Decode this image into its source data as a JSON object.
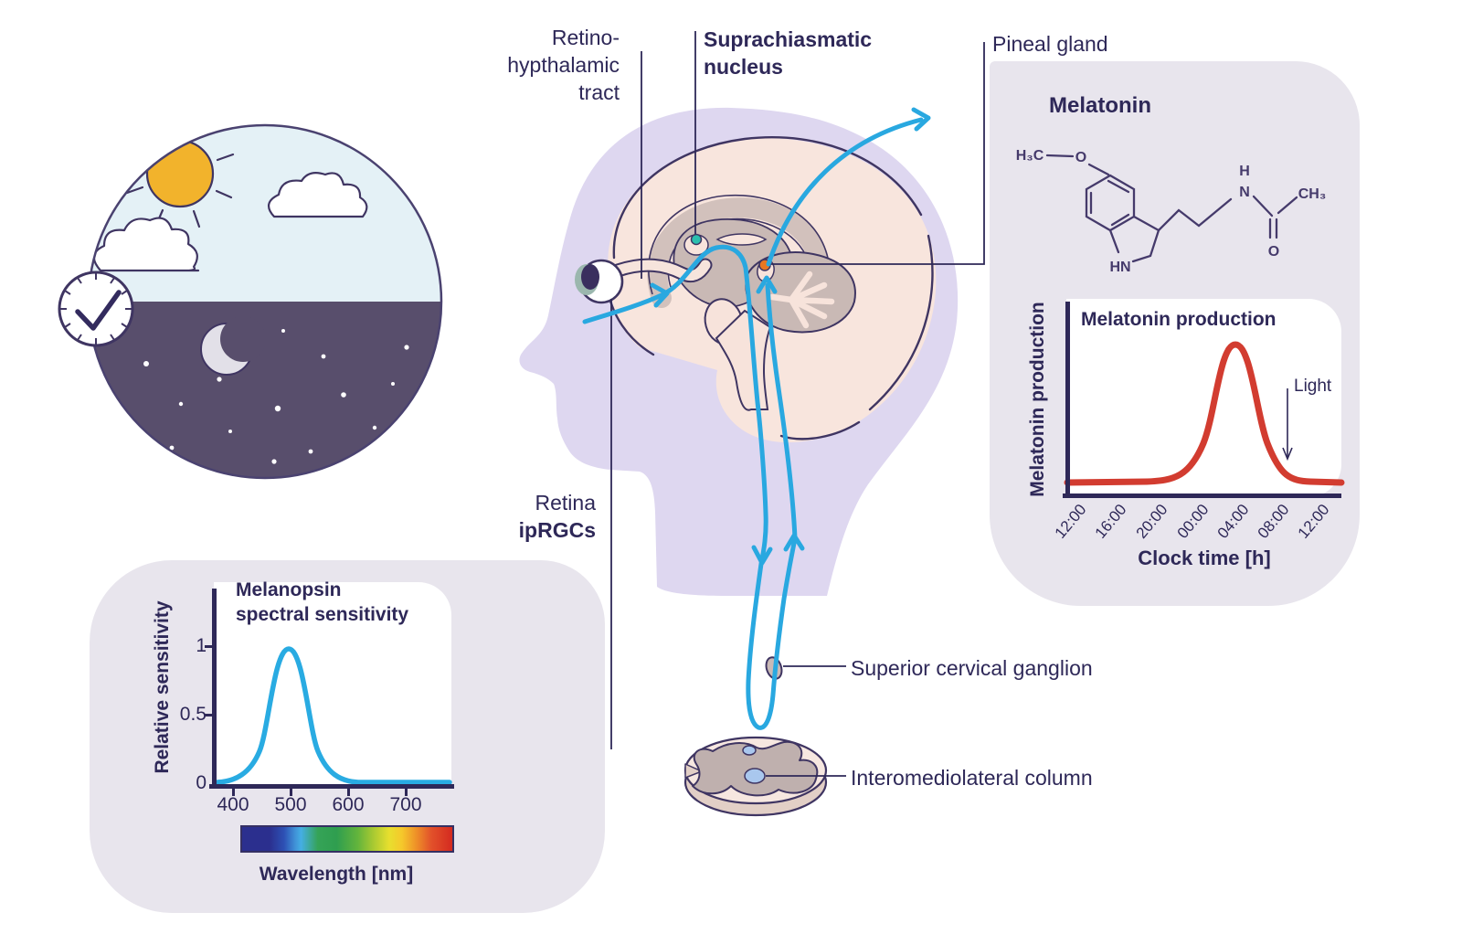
{
  "colors": {
    "background": "#ffffff",
    "panel_gray": "#e8e5ed",
    "navy_text": "#2e2858",
    "pathway_blue": "#29a8e0",
    "curve_blue": "#29abe2",
    "curve_red": "#d23c30",
    "pineal_orange": "#e87722",
    "scn_teal": "#2bbfae",
    "head_lavender": "#ded7f0",
    "brain_pink": "#f8e5dd",
    "brain_taupe": "#c9b9b5",
    "night_purple": "#584e6c",
    "day_blue": "#e4f1f6",
    "sun_yellow": "#f2b32c"
  },
  "labels": {
    "retino_tract": {
      "line1": "Retino-",
      "line2": "hypthalamic",
      "line3": "tract"
    },
    "suprachiasmatic": {
      "line1": "Suprachiasmatic",
      "line2": "nucleus"
    },
    "pineal_gland": "Pineal gland",
    "retina": {
      "line1": "Retina",
      "line2": "ipRGCs"
    },
    "superior_cervical_ganglion": "Superior cervical ganglion",
    "interomediolateral_column": "Interomediolateral column"
  },
  "molecule": {
    "title": "Melatonin",
    "atoms": {
      "methoxy_methyl": "H₃C",
      "methoxy_o": "O",
      "indole_nh": "HN",
      "amide_h": "H",
      "amide_n": "N",
      "carbonyl_o": "O",
      "acetyl_methyl": "CH₃"
    }
  },
  "icons": {
    "day": "sun-icon",
    "clouds": "cloud-icon",
    "night": "moon-icon",
    "stars": "star-dots",
    "time": "clock-icon",
    "eye": "eye-icon",
    "brain": "brain-illustration",
    "spinal_cord": "spinal-cord-cross-section",
    "ganglion": "ganglion-bead"
  },
  "chart_data": [
    {
      "id": "melanopsin_spectral_sensitivity",
      "type": "line",
      "title": "Melanopsin spectral sensitivity",
      "title_lines": {
        "line1": "Melanopsin",
        "line2": "spectral sensitivity"
      },
      "xlabel": "Wavelength [nm]",
      "ylabel": "Relative sensitivity",
      "xlim": [
        385,
        780
      ],
      "ylim": [
        0,
        1.1
      ],
      "xticks": [
        400,
        500,
        600,
        700
      ],
      "yticks": [
        0,
        0.5,
        1
      ],
      "grid": false,
      "line_color": "#29abe2",
      "peak_wavelength_nm": 497,
      "series": [
        {
          "name": "Melanopsin relative sensitivity",
          "x": [
            400,
            420,
            440,
            460,
            480,
            497,
            520,
            540,
            560,
            580,
            600,
            620
          ],
          "y": [
            0.0,
            0.03,
            0.12,
            0.38,
            0.8,
            1.0,
            0.82,
            0.5,
            0.2,
            0.05,
            0.01,
            0.0
          ]
        }
      ],
      "colorbar": {
        "kind": "visible-spectrum",
        "range_nm": [
          400,
          780
        ],
        "label": "Wavelength [nm]"
      }
    },
    {
      "id": "melatonin_production",
      "type": "line",
      "title": "Melatonin production",
      "xlabel": "Clock time [h]",
      "ylabel": "Melatonin production",
      "xticklabels": [
        "12:00",
        "16:00",
        "20:00",
        "00:00",
        "04:00",
        "08:00",
        "12:00"
      ],
      "yticks": [],
      "grid": false,
      "line_color": "#d23c30",
      "peak_time": "04:00",
      "annotation": {
        "text": "Light",
        "arrow": "down",
        "x": "09:00"
      },
      "series": [
        {
          "name": "Melatonin production",
          "x": [
            "12:00",
            "16:00",
            "20:00",
            "22:00",
            "00:00",
            "02:00",
            "04:00",
            "06:00",
            "08:00",
            "10:00",
            "12:00"
          ],
          "y": [
            0.03,
            0.03,
            0.08,
            0.25,
            0.62,
            0.95,
            1.0,
            0.45,
            0.08,
            0.03,
            0.03
          ]
        }
      ]
    }
  ]
}
